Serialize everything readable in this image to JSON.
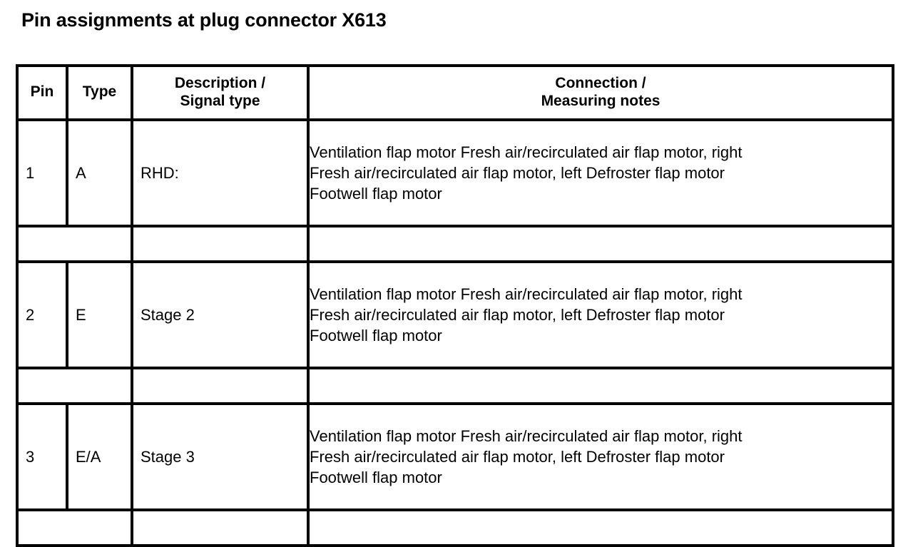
{
  "document": {
    "title": "Pin assignments at plug connector X613",
    "background_color": "#ffffff",
    "text_color": "#000000",
    "border_color": "#000000"
  },
  "table": {
    "headers": {
      "pin": "Pin",
      "type": "Type",
      "description": "Description /\nSignal type",
      "description_line1": "Description /",
      "description_line2": "Signal type",
      "connection": "Connection /\nMeasuring notes",
      "connection_line1": "Connection /",
      "connection_line2": "Measuring notes"
    },
    "rows": [
      {
        "kind": "data",
        "pin": "1",
        "type": "A",
        "description": "RHD:",
        "connection_line1": "Ventilation flap motor Fresh air/recirculated air flap motor, right",
        "connection_line2": "Fresh air/recirculated air flap motor, left Defroster flap motor",
        "connection_line3": "Footwell flap motor"
      },
      {
        "kind": "spacer",
        "pin": "",
        "type": "",
        "description": "",
        "connection_line1": "",
        "connection_line2": "",
        "connection_line3": ""
      },
      {
        "kind": "data",
        "pin": "2",
        "type": "E",
        "description": "Stage 2",
        "connection_line1": "Ventilation flap motor Fresh air/recirculated air flap motor, right",
        "connection_line2": "Fresh air/recirculated air flap motor, left Defroster flap motor",
        "connection_line3": "Footwell flap motor"
      },
      {
        "kind": "spacer",
        "pin": "",
        "type": "",
        "description": "",
        "connection_line1": "",
        "connection_line2": "",
        "connection_line3": ""
      },
      {
        "kind": "data",
        "pin": "3",
        "type": "E/A",
        "description": "Stage 3",
        "connection_line1": "Ventilation flap motor Fresh air/recirculated air flap motor, right",
        "connection_line2": "Fresh air/recirculated air flap motor, left Defroster flap motor",
        "connection_line3": "Footwell flap motor"
      },
      {
        "kind": "spacer",
        "pin": "",
        "type": "",
        "description": "",
        "connection_line1": "",
        "connection_line2": "",
        "connection_line3": ""
      }
    ]
  }
}
